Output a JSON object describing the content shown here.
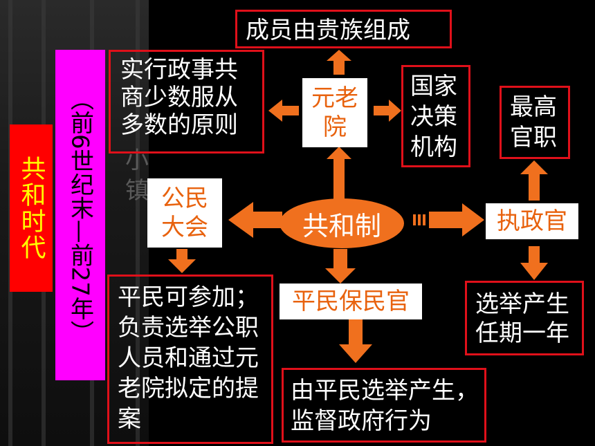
{
  "era_label": "共和时代",
  "period_label": "（前6世纪末—前27年）",
  "watermark": "小镇",
  "center": "共和制",
  "senate": {
    "label": "元老院",
    "members": "成员由贵族组成",
    "principle": "实行政事共商少数服从多数的原则",
    "role": "国家决策机构"
  },
  "assembly": {
    "label": "公民大会",
    "description": "平民可参加；负责选举公职人员和通过元老院拟定的提案"
  },
  "tribune": {
    "label": "平民保民官",
    "description": "由平民选举产生，监督政府行为"
  },
  "consul": {
    "label": "执政官",
    "rank": "最高官职",
    "term": "选举产生任期一年"
  },
  "colors": {
    "arrow": "#f0701e",
    "border": "#e0101a",
    "era_bg": "#ff0000",
    "era_text": "#ffff00",
    "period_bg": "#ff00ff"
  }
}
